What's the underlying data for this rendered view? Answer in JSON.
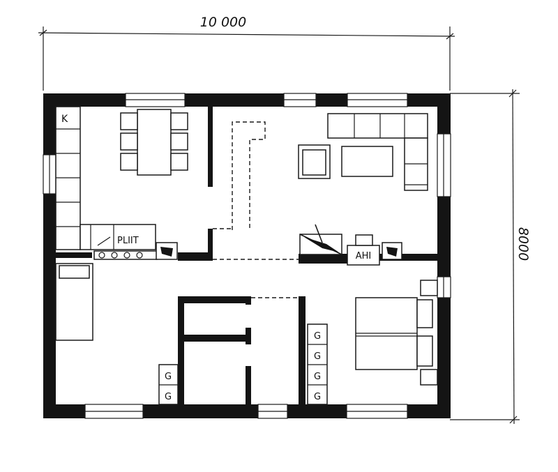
{
  "dimensions": {
    "width": "10 000",
    "height": "8000"
  },
  "labels": {
    "fridge": "K",
    "stove": "PLIIT",
    "fireplace": "AHI",
    "wardrobe": "G"
  }
}
